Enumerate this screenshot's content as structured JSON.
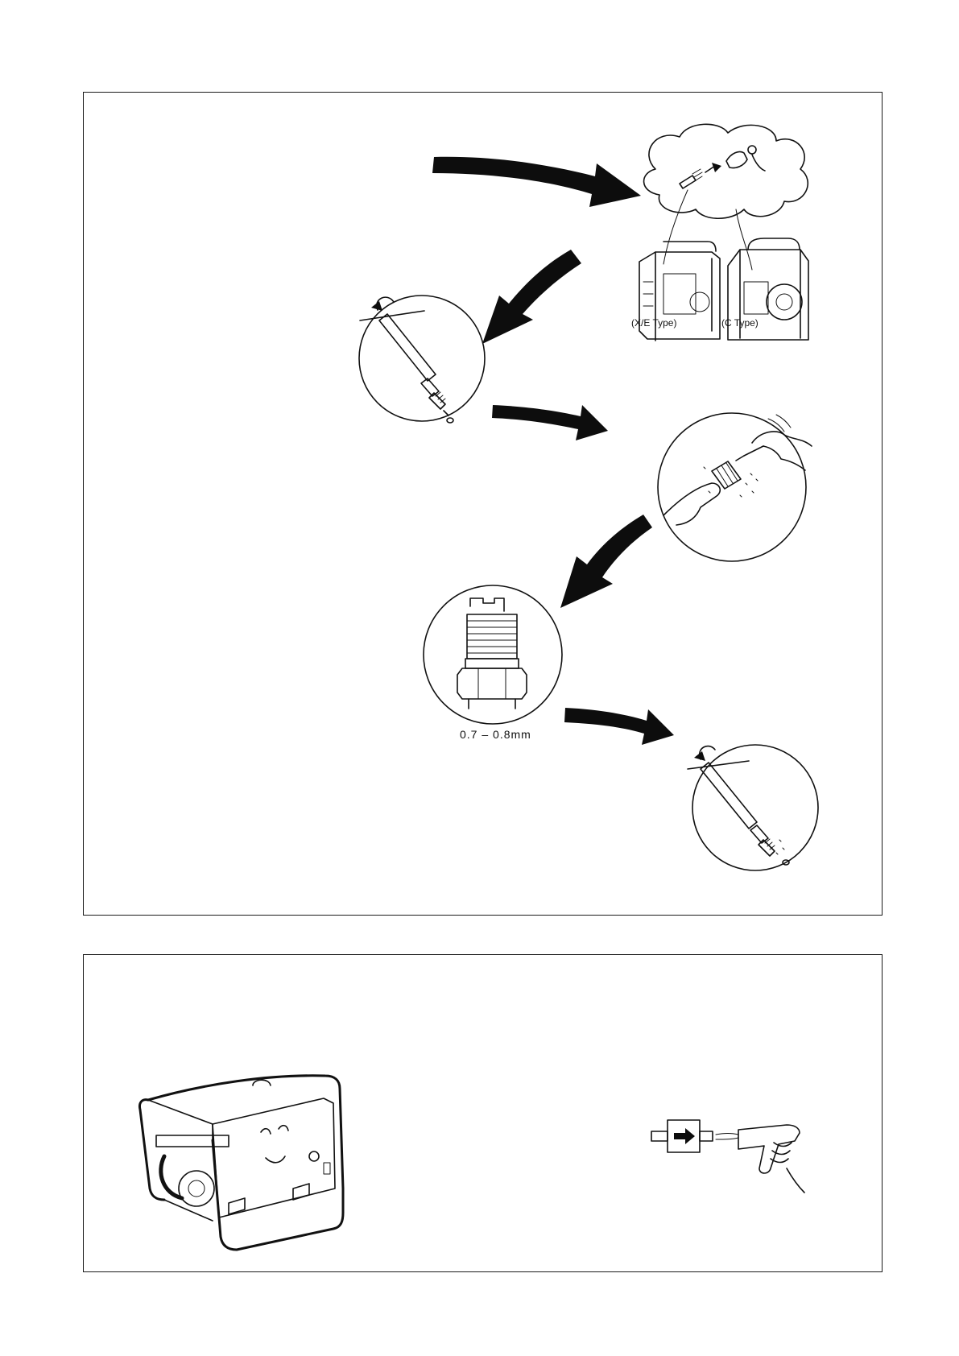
{
  "spark_plug_section": {
    "labels": {
      "xe_type": "(X/E Type)",
      "c_type": "(C Type)",
      "electrode_gap": "0.7 – 0.8mm"
    }
  },
  "fuel_filter_section": {}
}
